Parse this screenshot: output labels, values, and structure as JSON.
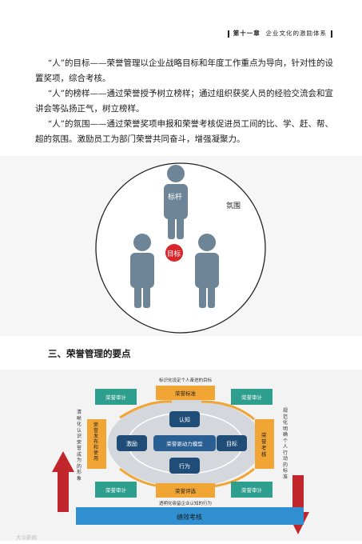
{
  "header": {
    "chapter": "第十一章",
    "title": "企业文化的激励体系"
  },
  "paragraphs": [
    {
      "lead": "“人”的目标——",
      "text": "荣誉管理以企业战略目标和年度工作重点为导向，针对性的设置奖项，综合考核。"
    },
    {
      "lead": "“人”的榜样——",
      "text": "通过荣誉授予树立榜样；通过组织获奖人员的经验交流会和宣讲会等弘扬正气，树立榜样。"
    },
    {
      "lead": "“人”的氛围——",
      "text": "通过荣誉奖项申报和荣誉考核促进员工间的比、学、赶、帮、超的氛围。激励员工为部门荣誉共同奋斗，增强凝聚力。"
    }
  ],
  "circle_diagram": {
    "role_model": "标杆",
    "atmosphere": "氛围",
    "goal": "目标"
  },
  "section_title": "三、荣誉管理的要点",
  "process": {
    "top_note": "标识化设定个人奋进的目标",
    "bottom_note": "透明化吸留企业认知的行为",
    "center": "荣誉驱动力模型",
    "nodes": {
      "top": "认知",
      "right": "目标",
      "bottom": "行为",
      "left": "激励"
    },
    "audit_top_left": "荣誉审计",
    "audit_top_right": "荣誉审计",
    "audit_bottom_left": "荣誉审计",
    "audit_bottom_right": "荣誉审计",
    "standard": "荣誉标准",
    "evaluation": "荣誉评选",
    "publish": "荣誉发布和使用",
    "assess": "荣誉考核",
    "left_side_text": "清晰化认识荣誉成为的形象",
    "right_side_text": "规范化明确个人行动的标准",
    "bottom_bar": "绩效考核",
    "watermark": "大众新闻"
  },
  "colors": {
    "figure": "#6e8597",
    "goal_red": "#d9262c",
    "orange": "#f0a534",
    "teal": "#2e9e8e",
    "navy": "#1f4d78",
    "blue_bar": "#2f8fd0"
  }
}
